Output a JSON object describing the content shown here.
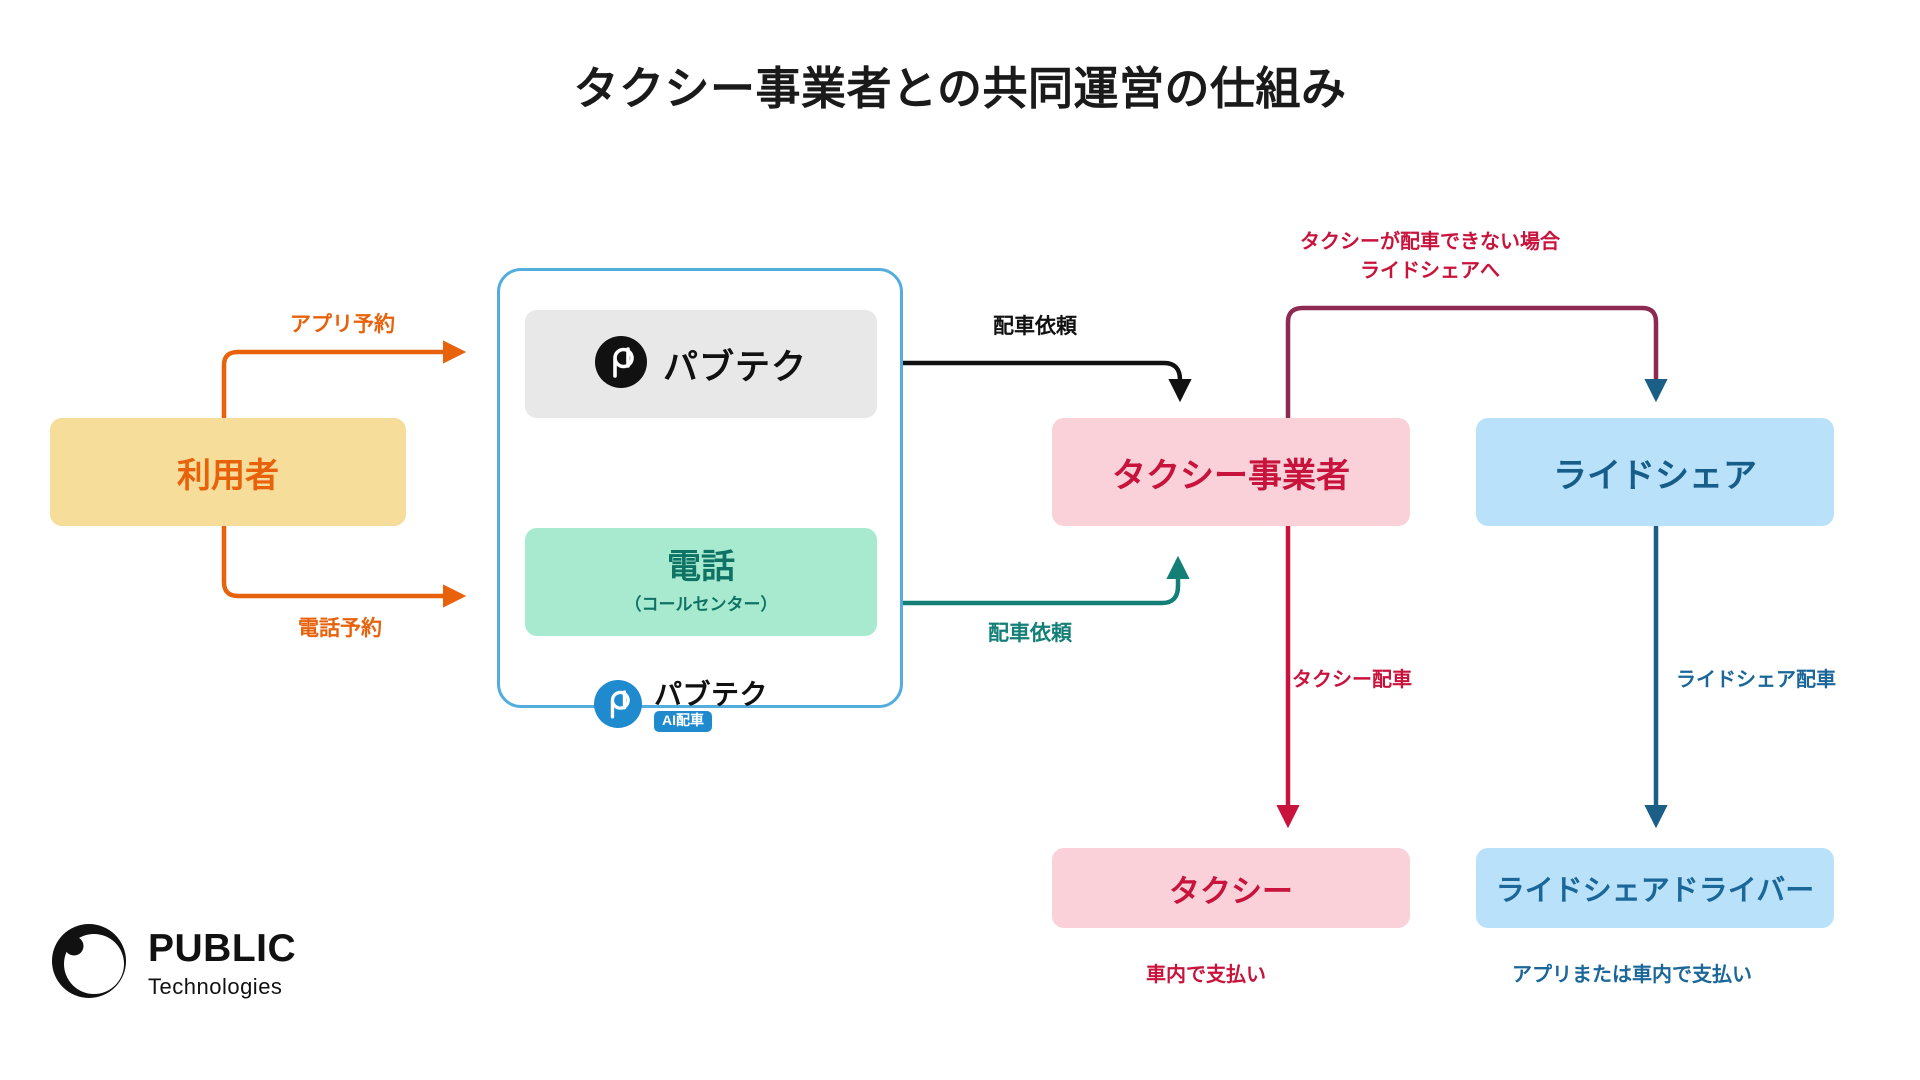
{
  "page": {
    "title": "タクシー事業者との共同運営の仕組み"
  },
  "nodes": {
    "user": {
      "label": "利用者",
      "color": "#e8620c",
      "bg": "#f7dd9a"
    },
    "app": {
      "label": "パブテク",
      "bg": "#e8e8e8",
      "icon": "pubtech-logo-black-icon"
    },
    "phone": {
      "label": "電話",
      "sublabel": "（コールセンター）",
      "color": "#0e7264",
      "bg": "#a8ead0"
    },
    "panel_brand": {
      "name": "パブテク",
      "badge": "AI配車",
      "icon": "pubtech-logo-blue-icon",
      "color": "#1f8bce"
    },
    "taxi_operator": {
      "label": "タクシー事業者",
      "color": "#c8143c",
      "bg": "#fad1d9"
    },
    "rideshare": {
      "label": "ライドシェア",
      "color": "#175d8a",
      "bg": "#b9e2fa"
    },
    "taxi": {
      "label": "タクシー",
      "color": "#c8143c",
      "bg": "#fad1d9"
    },
    "rideshare_driver": {
      "label": "ライドシェアドライバー",
      "color": "#1b6799",
      "bg": "#b9e2fa"
    }
  },
  "edges": {
    "app_booking": {
      "label": "アプリ予約",
      "color": "#e8620c"
    },
    "tel_booking": {
      "label": "電話予約",
      "color": "#e8620c"
    },
    "dispatch_request_app": {
      "label": "配車依頼",
      "color": "#111111"
    },
    "dispatch_request_phone": {
      "label": "配車依頼",
      "color": "#137f77"
    },
    "fallback_line1": "タクシーが配車できない場合",
    "fallback_line2": "ライドシェアへ",
    "fallback_color": "#c8143c",
    "taxi_dispatch": {
      "label": "タクシー配車",
      "color": "#c8143c"
    },
    "rideshare_dispatch": {
      "label": "ライドシェア配車",
      "color": "#1b6799"
    }
  },
  "notes": {
    "pay_taxi": {
      "label": "車内で支払い",
      "color": "#c8143c"
    },
    "pay_rideshare": {
      "label": "アプリまたは車内で支払い",
      "color": "#1b6799"
    }
  },
  "footer": {
    "logo_main": "PUBLIC",
    "logo_sub": "Technologies",
    "icon": "public-technologies-crescent-icon"
  },
  "chart_data": {
    "type": "diagram",
    "title": "タクシー事業者との共同運営の仕組み",
    "nodes": [
      {
        "id": "user",
        "label": "利用者",
        "group": "customer"
      },
      {
        "id": "app",
        "label": "パブテク",
        "group": "platform"
      },
      {
        "id": "phone",
        "label": "電話（コールセンター）",
        "group": "platform"
      },
      {
        "id": "taxi_operator",
        "label": "タクシー事業者",
        "group": "taxi"
      },
      {
        "id": "rideshare",
        "label": "ライドシェア",
        "group": "rideshare"
      },
      {
        "id": "taxi",
        "label": "タクシー",
        "group": "taxi"
      },
      {
        "id": "rideshare_driver",
        "label": "ライドシェアドライバー",
        "group": "rideshare"
      }
    ],
    "edges": [
      {
        "from": "user",
        "to": "app",
        "label": "アプリ予約"
      },
      {
        "from": "user",
        "to": "phone",
        "label": "電話予約"
      },
      {
        "from": "app",
        "to": "taxi_operator",
        "label": "配車依頼"
      },
      {
        "from": "phone",
        "to": "taxi_operator",
        "label": "配車依頼"
      },
      {
        "from": "taxi_operator",
        "to": "rideshare",
        "label": "タクシーが配車できない場合 ライドシェアへ"
      },
      {
        "from": "taxi_operator",
        "to": "taxi",
        "label": "タクシー配車"
      },
      {
        "from": "rideshare",
        "to": "rideshare_driver",
        "label": "ライドシェア配車"
      }
    ],
    "annotations": [
      {
        "near": "taxi",
        "label": "車内で支払い"
      },
      {
        "near": "rideshare_driver",
        "label": "アプリまたは車内で支払い"
      }
    ]
  }
}
